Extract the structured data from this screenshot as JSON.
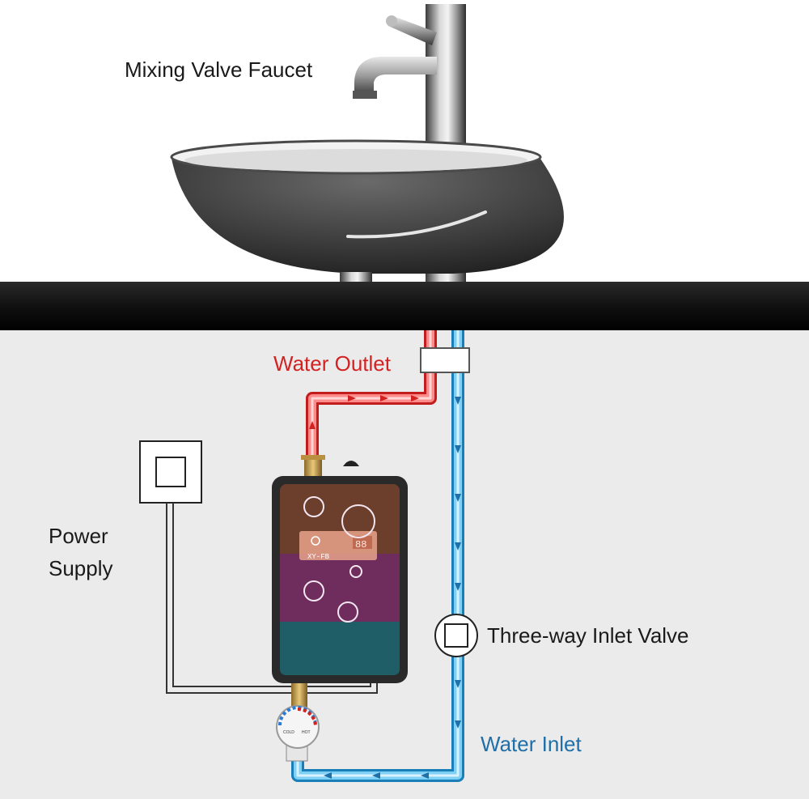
{
  "labels": {
    "faucet": "Mixing Valve Faucet",
    "water_outlet": "Water Outlet",
    "power_supply_line1": "Power",
    "power_supply_line2": "Supply",
    "three_way_valve": "Three-way Inlet Valve",
    "water_inlet": "Water Inlet"
  },
  "heater": {
    "model_text": "XY-FB",
    "display_digits": "88"
  },
  "temperature_knob": {
    "cold_label": "COLD",
    "hot_label": "HOT"
  },
  "colors": {
    "hot_pipe": "#e23a3a",
    "cold_pipe": "#3aa7dd",
    "outlet_text": "#d32222",
    "inlet_text": "#1f6fa8",
    "heater_top": "#6b3f2c",
    "heater_middle": "#6e2d5c",
    "heater_bottom": "#1f5e66"
  }
}
